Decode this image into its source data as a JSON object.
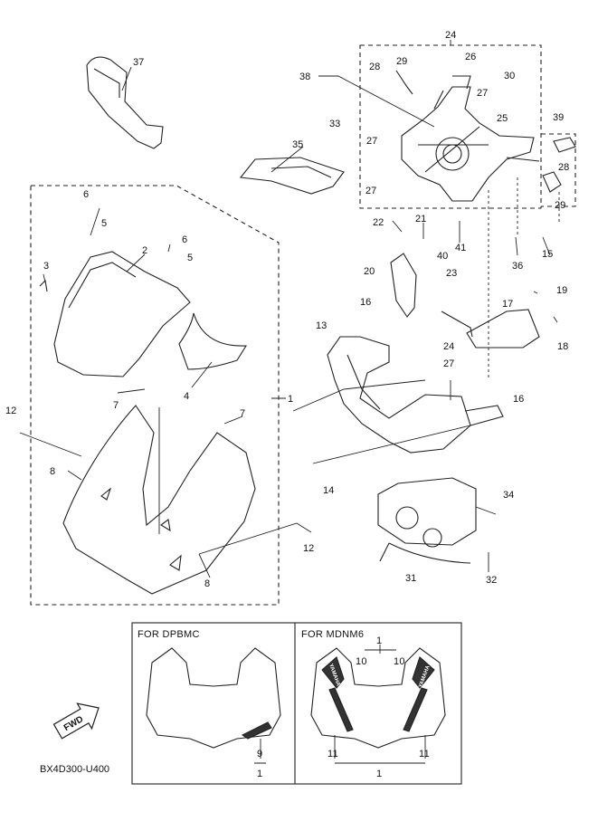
{
  "callouts": [
    {
      "id": "c37",
      "text": "37"
    },
    {
      "id": "c38",
      "text": "38"
    },
    {
      "id": "c24",
      "text": "24"
    },
    {
      "id": "c26",
      "text": "26"
    },
    {
      "id": "c28a",
      "text": "28"
    },
    {
      "id": "c29a",
      "text": "29"
    },
    {
      "id": "c30",
      "text": "30"
    },
    {
      "id": "c27a",
      "text": "27"
    },
    {
      "id": "c25",
      "text": "25"
    },
    {
      "id": "c39",
      "text": "39"
    },
    {
      "id": "c33",
      "text": "33"
    },
    {
      "id": "c27b",
      "text": "27"
    },
    {
      "id": "c28b",
      "text": "28"
    },
    {
      "id": "c35",
      "text": "35"
    },
    {
      "id": "c27c",
      "text": "27"
    },
    {
      "id": "c29b",
      "text": "29"
    },
    {
      "id": "c6a",
      "text": "6"
    },
    {
      "id": "c5a",
      "text": "5"
    },
    {
      "id": "c2",
      "text": "2"
    },
    {
      "id": "c6b",
      "text": "6"
    },
    {
      "id": "c5b",
      "text": "5"
    },
    {
      "id": "c3",
      "text": "3"
    },
    {
      "id": "c22",
      "text": "22"
    },
    {
      "id": "c21",
      "text": "21"
    },
    {
      "id": "c40",
      "text": "40"
    },
    {
      "id": "c41",
      "text": "41"
    },
    {
      "id": "c36",
      "text": "36"
    },
    {
      "id": "c15",
      "text": "15"
    },
    {
      "id": "c20",
      "text": "20"
    },
    {
      "id": "c23",
      "text": "23"
    },
    {
      "id": "c19",
      "text": "19"
    },
    {
      "id": "c16a",
      "text": "16"
    },
    {
      "id": "c17",
      "text": "17"
    },
    {
      "id": "c13",
      "text": "13"
    },
    {
      "id": "c18",
      "text": "18"
    },
    {
      "id": "c24b",
      "text": "24"
    },
    {
      "id": "c27d",
      "text": "27"
    },
    {
      "id": "c4",
      "text": "4"
    },
    {
      "id": "c7a",
      "text": "7"
    },
    {
      "id": "c1",
      "text": "1"
    },
    {
      "id": "c16b",
      "text": "16"
    },
    {
      "id": "c12a",
      "text": "12"
    },
    {
      "id": "c7b",
      "text": "7"
    },
    {
      "id": "c8a",
      "text": "8"
    },
    {
      "id": "c14",
      "text": "14"
    },
    {
      "id": "c34",
      "text": "34"
    },
    {
      "id": "c12b",
      "text": "12"
    },
    {
      "id": "c8b",
      "text": "8"
    },
    {
      "id": "c31",
      "text": "31"
    },
    {
      "id": "c32",
      "text": "32"
    }
  ],
  "variants": {
    "left_title": "FOR  DPBMC",
    "right_title": "FOR  MDNM6",
    "left_callouts": [
      {
        "text": "9"
      },
      {
        "text": "1"
      }
    ],
    "right_callouts": [
      {
        "text": "1"
      },
      {
        "text": "10"
      },
      {
        "text": "10"
      },
      {
        "text": "11"
      },
      {
        "text": "11"
      },
      {
        "text": "1"
      }
    ],
    "decal_text": "YAMAHA"
  },
  "fwd_label": "FWD",
  "diagram_code": "BX4D300-U400"
}
